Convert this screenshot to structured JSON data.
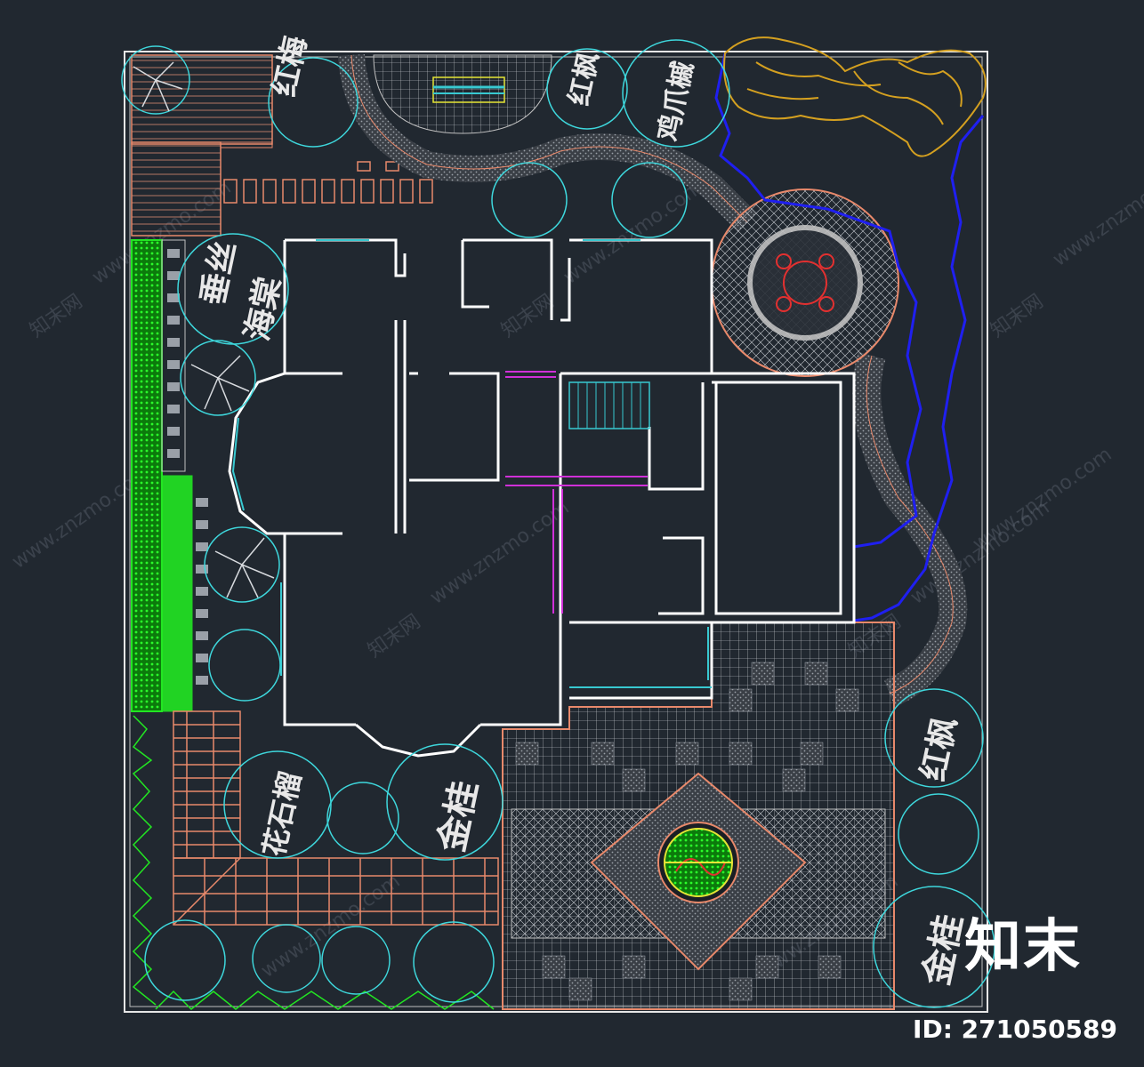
{
  "plants": {
    "hongmei": "红梅",
    "hongfeng_top": "红枫",
    "jizhuafeng": "鸡爪槭",
    "chuisihaitang_1": "垂丝",
    "chuisihaitang_2": "海棠",
    "huashiliu": "花石榴",
    "jingui_center": "金桂",
    "hongfeng_right": "红枫",
    "jingui_right": "金桂"
  },
  "watermark": {
    "text_cn": "知末网",
    "text_url": "www.znzmo.com"
  },
  "brand": "知末",
  "image_id": "ID: 271050589",
  "colors": {
    "background": "#212830",
    "wall": "#ffffff",
    "window": "#38c9d1",
    "paving": "#e8896b",
    "plant_circle": "#3ed7dc",
    "hedge": "#22e622",
    "water": "#1f1ff0",
    "rock": "#d4a020",
    "table": "#e33030",
    "stairs_magenta": "#d030d8"
  },
  "icons": [
    "tree-circle-icon",
    "round-table-icon",
    "staircase-icon",
    "bench-icon"
  ]
}
